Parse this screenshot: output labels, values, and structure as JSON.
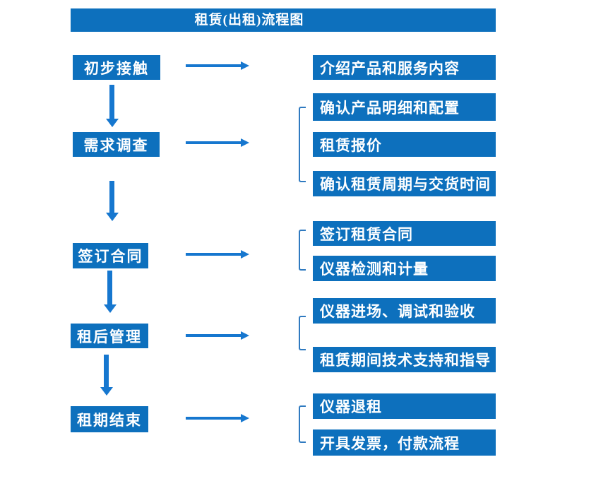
{
  "title": "租赁(出租)流程图",
  "steps": [
    {
      "label": "初步接触",
      "details": [
        "介绍产品和服务内容"
      ]
    },
    {
      "label": "需求调查",
      "details": [
        "确认产品明细和配置",
        "租赁报价",
        "确认租赁周期与交货时间"
      ]
    },
    {
      "label": "签订合同",
      "details": [
        "签订租赁合同",
        "仪器检测和计量"
      ]
    },
    {
      "label": "租后管理",
      "details": [
        "仪器进场、调试和验收",
        "租赁期间技术支持和指导"
      ]
    },
    {
      "label": "租期结束",
      "details": [
        "仪器退租",
        "开具发票，付款流程"
      ]
    }
  ],
  "colors": {
    "box_blue": "#0d70bd",
    "arrow_blue": "#1677cf",
    "bracket_blue": "#2f7ac0",
    "text_white": "#ffffff",
    "background": "#ffffff"
  }
}
